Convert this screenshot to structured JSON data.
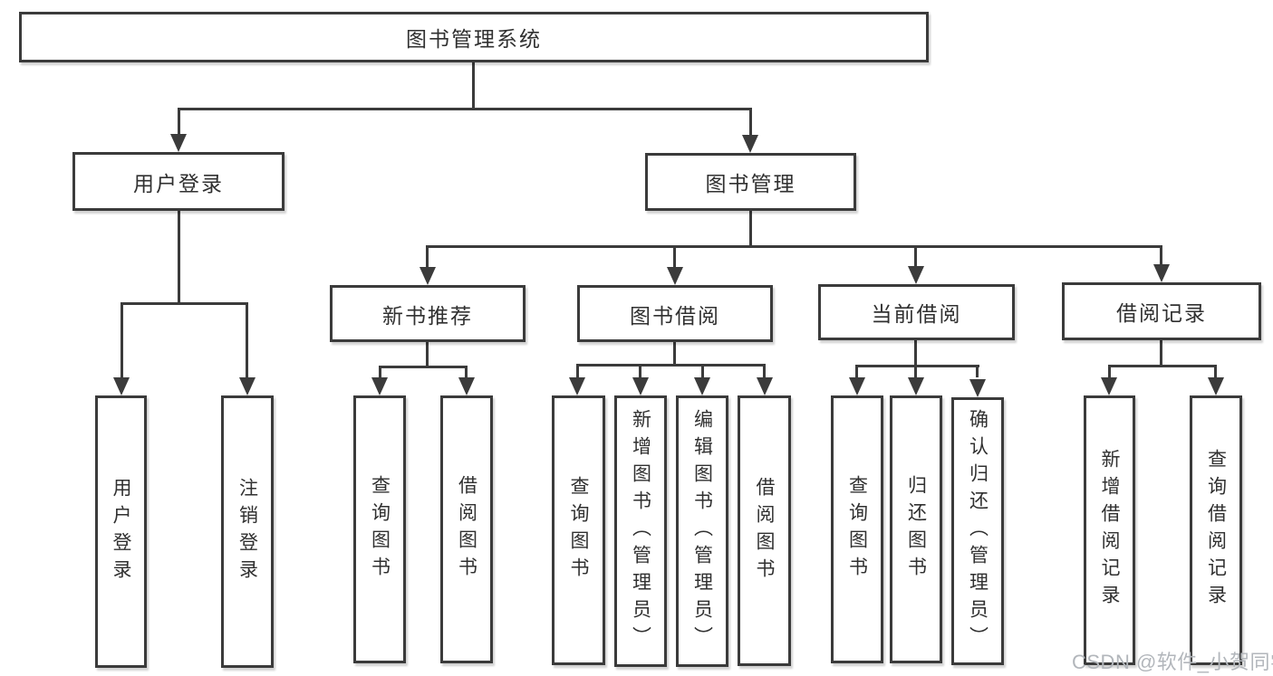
{
  "tree": {
    "root": "图书管理系统",
    "branches": [
      {
        "label": "用户登录",
        "children": [
          "用户登录",
          "注销登录"
        ]
      },
      {
        "label": "图书管理",
        "sections": [
          {
            "label": "新书推荐",
            "children": [
              "查询图书",
              "借阅图书"
            ]
          },
          {
            "label": "图书借阅",
            "children": [
              "查询图书",
              "新增图书（管理员）",
              "编辑图书（管理员）",
              "借阅图书"
            ]
          },
          {
            "label": "当前借阅",
            "children": [
              "查询图书",
              "归还图书",
              "确认归还（管理员）"
            ]
          },
          {
            "label": "借阅记录",
            "children": [
              "新增借阅记录",
              "查询借阅记录"
            ]
          }
        ]
      }
    ]
  },
  "watermark": {
    "text": "CSDN @软件_小贺同学",
    "color": "#b2b6bb"
  },
  "colors": {
    "line": "#3b3b3b",
    "text": "#303030",
    "background": "#ffffff"
  }
}
